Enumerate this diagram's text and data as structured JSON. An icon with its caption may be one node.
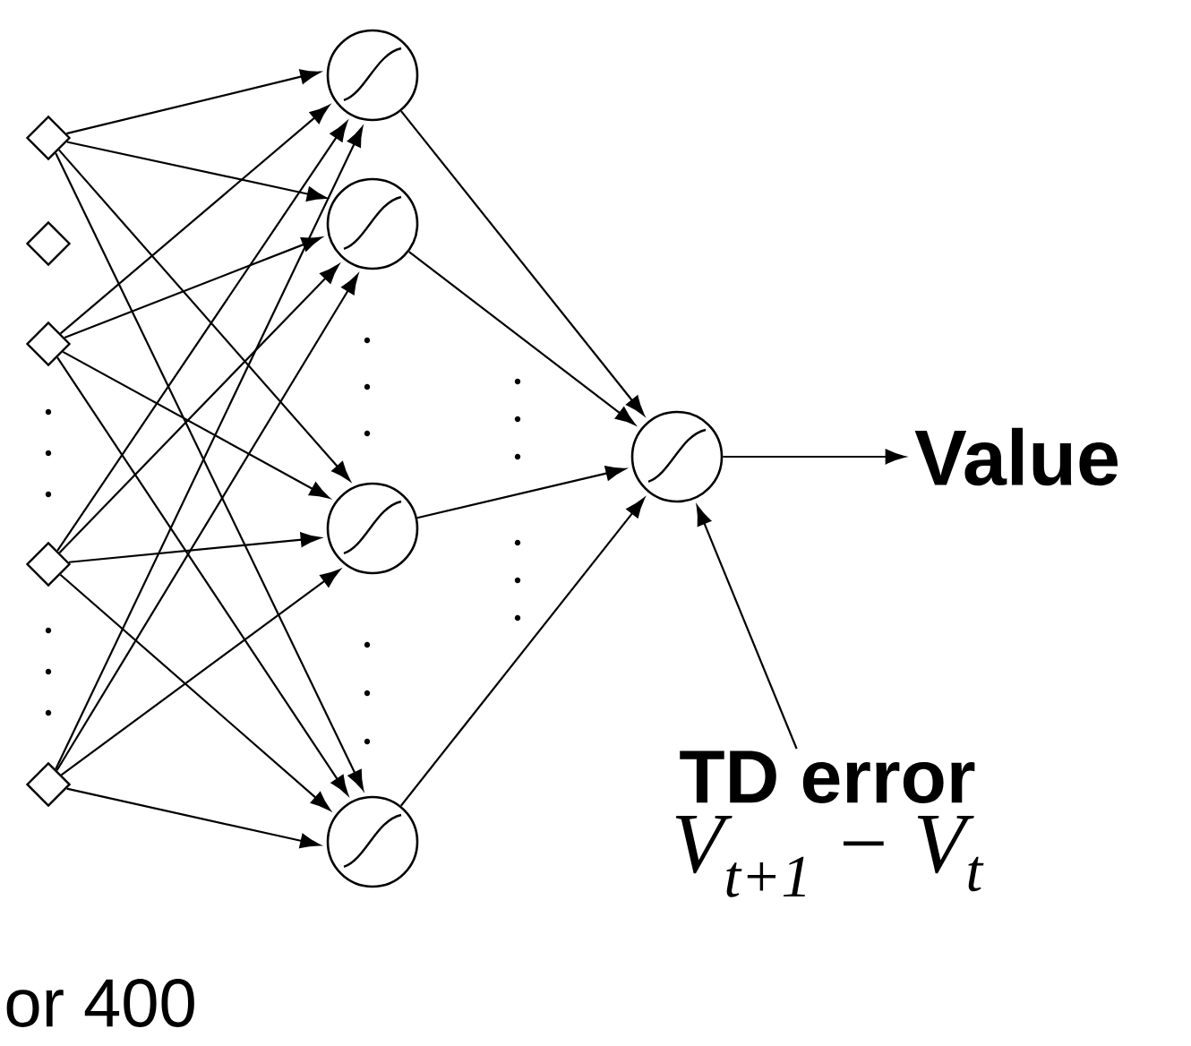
{
  "diagram": {
    "nodes": [
      {
        "text": [],
        "shape": "diamond"
      },
      {
        "text": [],
        "shape": "diamond"
      },
      {
        "text": [],
        "shape": "diamond"
      },
      {
        "text": [],
        "shape": "diamond"
      },
      {
        "text": [],
        "shape": "diamond"
      },
      {
        "text": [],
        "shape": "circle"
      },
      {
        "text": [],
        "shape": "circle"
      },
      {
        "text": [],
        "shape": "circle"
      },
      {
        "text": [],
        "shape": "circle"
      },
      {
        "text": [],
        "shape": "circle"
      },
      {
        "text": [
          "Value"
        ]
      },
      {
        "text": [
          "TD error",
          "V$_{t+1}$ − V$_{t}$"
        ]
      }
    ],
    "edges": [
      {
        "from": 0,
        "to": 5,
        "arrow": "to"
      },
      {
        "from": 0,
        "to": 6,
        "arrow": "to"
      },
      {
        "from": 0,
        "to": 7,
        "arrow": "to"
      },
      {
        "from": 0,
        "to": 8,
        "arrow": "to"
      },
      {
        "from": 2,
        "to": 5,
        "arrow": "to"
      },
      {
        "from": 2,
        "to": 6,
        "arrow": "to"
      },
      {
        "from": 2,
        "to": 7,
        "arrow": "to"
      },
      {
        "from": 2,
        "to": 8,
        "arrow": "to"
      },
      {
        "from": 3,
        "to": 5,
        "arrow": "to"
      },
      {
        "from": 3,
        "to": 6,
        "arrow": "to"
      },
      {
        "from": 3,
        "to": 7,
        "arrow": "to"
      },
      {
        "from": 3,
        "to": 8,
        "arrow": "to"
      },
      {
        "from": 4,
        "to": 5,
        "arrow": "to"
      },
      {
        "from": 4,
        "to": 6,
        "arrow": "to"
      },
      {
        "from": 4,
        "to": 7,
        "arrow": "to"
      },
      {
        "from": 4,
        "to": 8,
        "arrow": "to"
      },
      {
        "from": 5,
        "to": 9,
        "arrow": "to"
      },
      {
        "from": 6,
        "to": 9,
        "arrow": "to"
      },
      {
        "from": 7,
        "to": 9,
        "arrow": "to"
      },
      {
        "from": 8,
        "to": 9,
        "arrow": "to"
      },
      {
        "from": 9,
        "to": 10,
        "arrow": "to"
      },
      {
        "from": 11,
        "to": 9,
        "arrow": "to"
      }
    ],
    "labels": [
      "or 400"
    ]
  }
}
